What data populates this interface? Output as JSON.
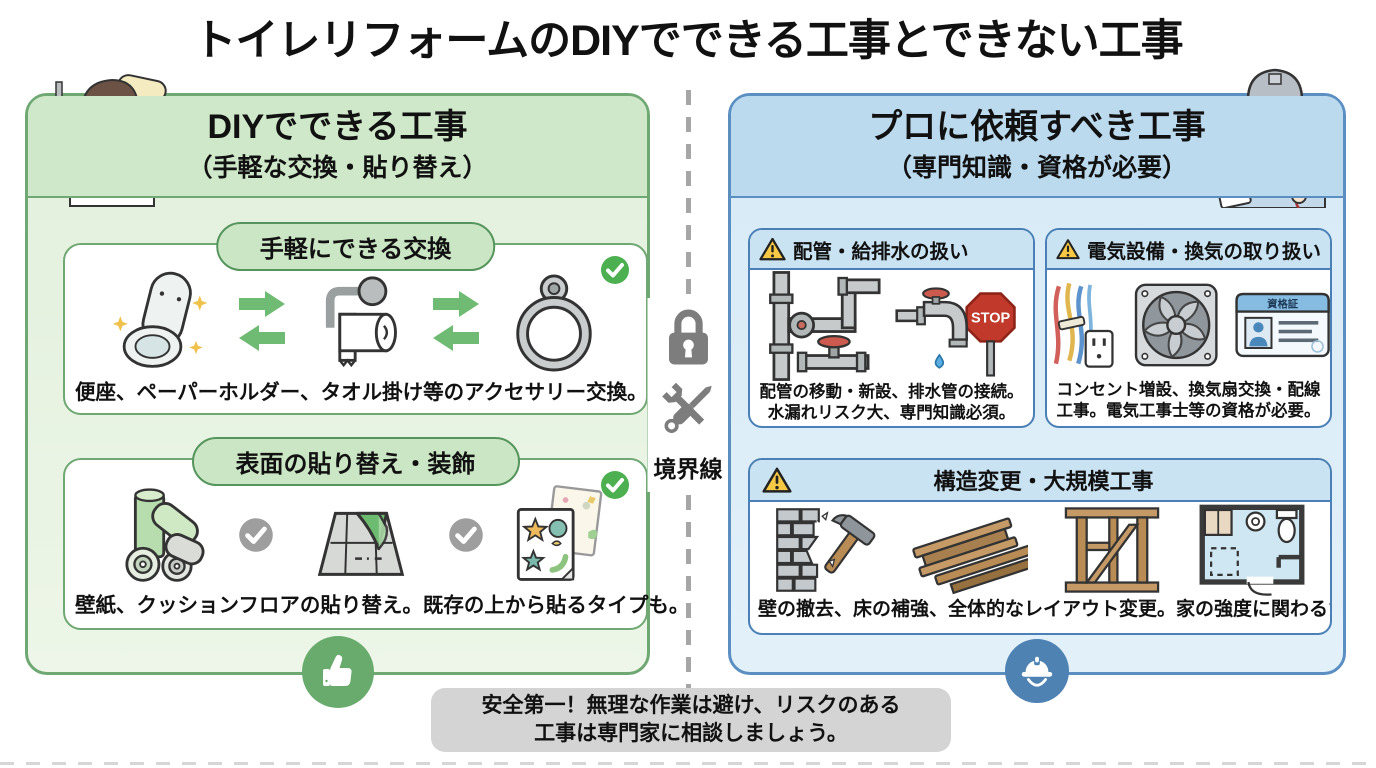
{
  "title": "トイレリフォームのDIYでできる工事とできない工事",
  "left_panel": {
    "title": "DIYでできる工事",
    "subtitle": "（手軽な交換・貼り替え）",
    "person": "man-with-screwdriver-and-paint-roller",
    "cards": [
      {
        "badge": "手軽にできる交換",
        "icons": [
          "toilet-seat-icon",
          "swap-arrows-icon",
          "paper-holder-icon",
          "swap-arrows-icon",
          "towel-ring-icon",
          "green-check-icon"
        ],
        "caption": "便座、ペーパーホルダー、タオル掛け等のアクセサリー交換。"
      },
      {
        "badge": "表面の貼り替え・装飾",
        "icons": [
          "wallpaper-rolls-icon",
          "gray-check-icon",
          "cushion-floor-icon",
          "gray-check-icon",
          "sticker-sheet-icon",
          "green-check-icon"
        ],
        "caption": "壁紙、クッションフロアの貼り替え。既存の上から貼るタイプも。"
      }
    ],
    "footer_icon": "thumbs-up-icon"
  },
  "divider": {
    "label": "境界線",
    "icons": [
      "lock-icon",
      "crossed-tools-icon"
    ]
  },
  "right_panel": {
    "title": "プロに依頼すべき工事",
    "subtitle": "（専門知識・資格が必要）",
    "person": "worker-with-hardhat-blueprint-multimeter",
    "cards": [
      {
        "badge": "配管・給排水の扱い",
        "icons": [
          "pipes-valve-icon",
          "faucet-drip-icon",
          "stop-sign-icon"
        ],
        "stop_label": "STOP",
        "caption": "配管の移動・新設、排水管の接続。水漏れリスク大、専門知識必須。"
      },
      {
        "badge": "電気設備・換気の取り扱い",
        "icons": [
          "wires-outlet-icon",
          "ventilation-fan-icon",
          "license-card-icon"
        ],
        "license_label": "資格証",
        "caption": "コンセント増設、換気扇交換・配線工事。電気工事士等の資格が必要。"
      },
      {
        "badge": "構造変更・大規模工事",
        "icons": [
          "broken-wall-hammer-icon",
          "steel-beams-icon",
          "wood-frame-icon",
          "floor-plan-icon"
        ],
        "caption": "壁の撤去、床の補強、全体的なレイアウト変更。家の強度に関わるため。"
      }
    ],
    "footer_icon": "hardhat-icon"
  },
  "footer": {
    "line1": "安全第一！無理な作業は避け、リスクのある",
    "line2": "工事は専門家に相談しましょう。"
  },
  "colors": {
    "green_border": "#6fa873",
    "green_header": "#cfe8c9",
    "blue_border": "#5b8fc1",
    "blue_header": "#bcdaee",
    "warning_yellow": "#f6c844",
    "stop_red": "#c0392b",
    "banner_gray": "#d4d4d4",
    "check_green": "#4caf50",
    "check_gray": "#9e9e9e"
  }
}
